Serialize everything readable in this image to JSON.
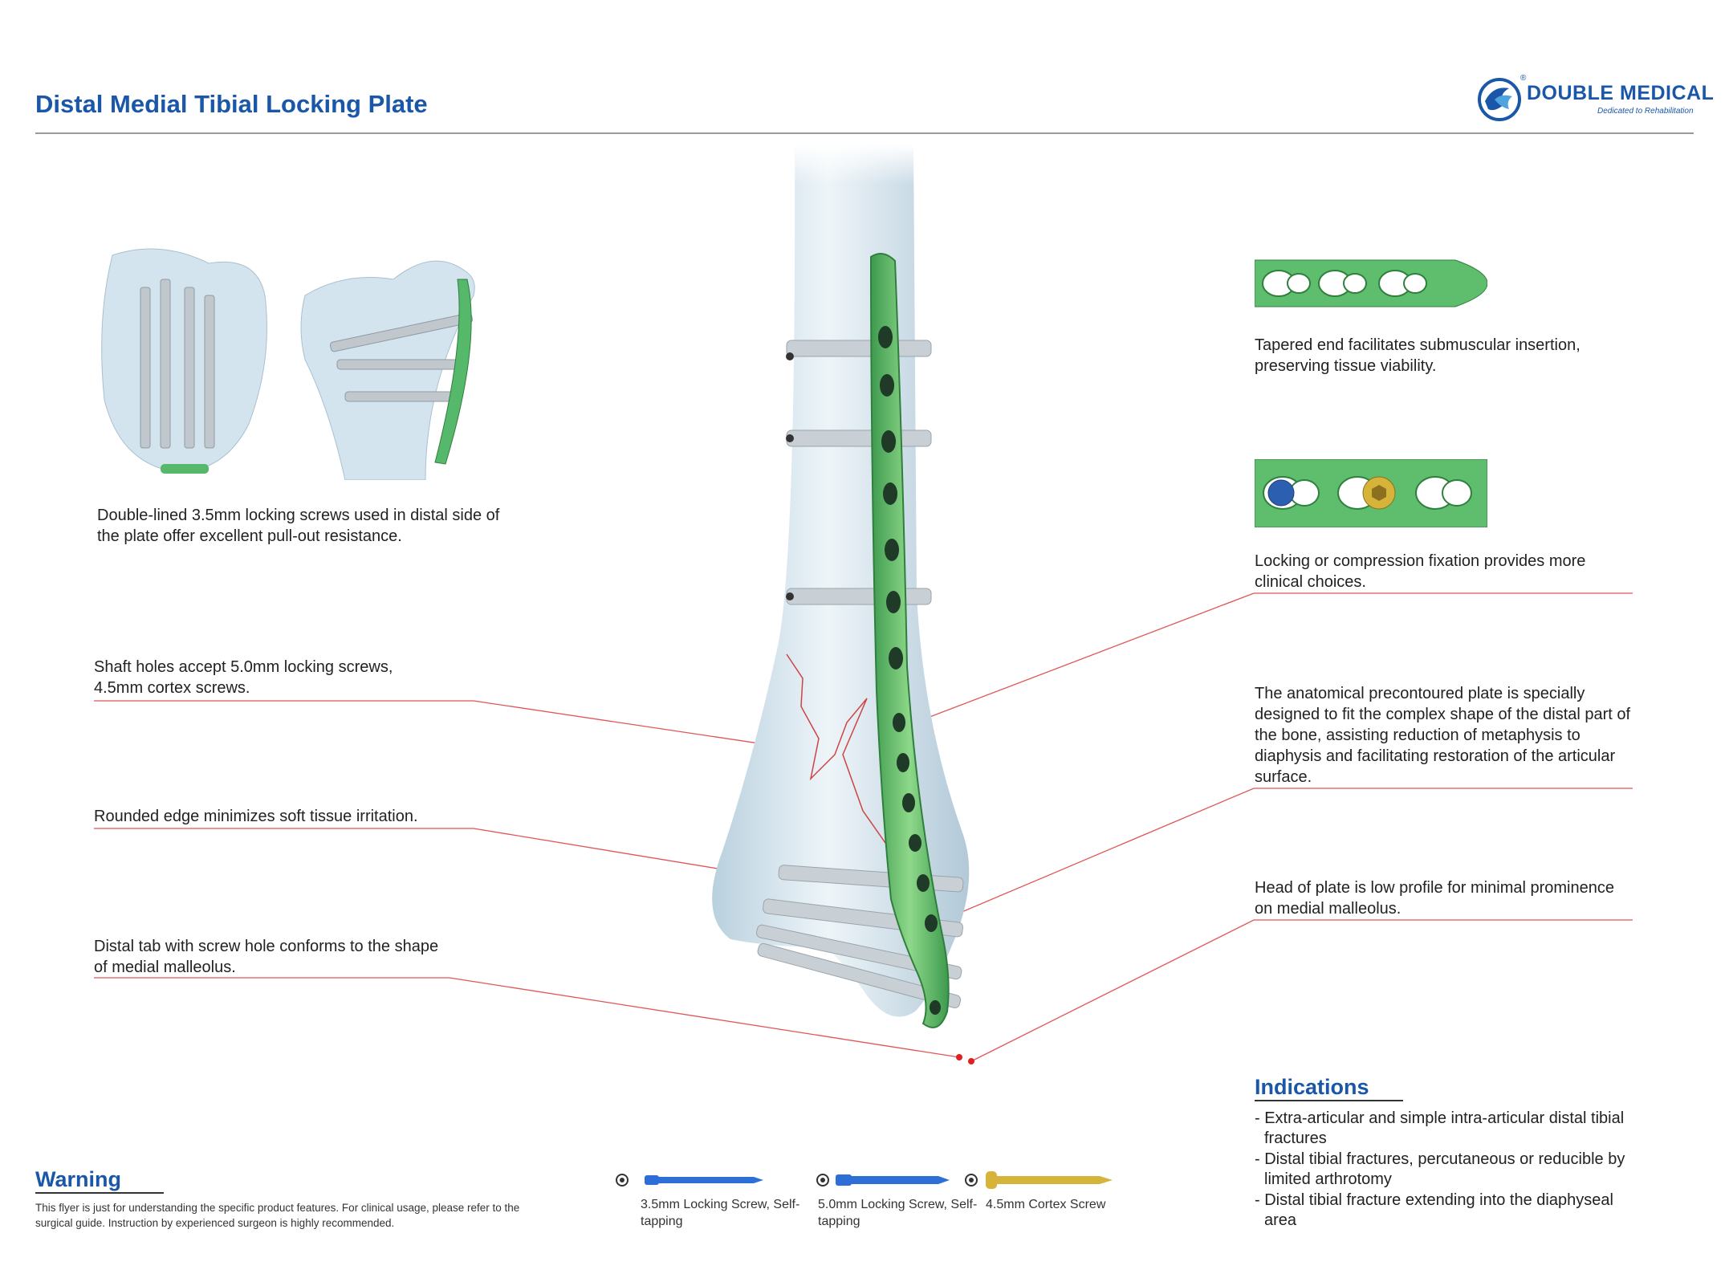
{
  "header": {
    "title": "Distal Medial Tibial Locking Plate",
    "logo": {
      "brand": "DOUBLE MEDICAL",
      "tagline": "Dedicated to Rehabilitation",
      "registered": "®"
    }
  },
  "colors": {
    "brand_blue": "#1a57a8",
    "callout_red": "#e05555",
    "plate_green": "#55b86a",
    "bone": "#cfe0ea"
  },
  "features": {
    "screws_distal": "Double-lined 3.5mm locking screws used in distal side of the plate offer excellent pull-out resistance.",
    "shaft_holes": "Shaft holes accept 5.0mm locking screws, 4.5mm cortex screws.",
    "rounded_edge": "Rounded edge minimizes soft tissue irritation.",
    "distal_tab": "Distal tab with screw hole conforms to the shape of medial malleolus.",
    "tapered_end": "Tapered end facilitates submuscular insertion, preserving tissue viability.",
    "locking_compression": "Locking or compression fixation provides more clinical choices.",
    "anatomical": "The anatomical precontoured plate is specially designed to fit the complex shape of the distal part of the bone, assisting reduction of metaphysis to diaphysis and facilitating restoration of the articular surface.",
    "low_profile": "Head of plate is low profile for minimal prominence on medial malleolus."
  },
  "warning": {
    "title": "Warning",
    "text": "This flyer is just for understanding the specific product features. For clinical usage, please refer to the surgical guide. Instruction by experienced surgeon is highly recommended."
  },
  "screws": [
    {
      "label": "3.5mm Locking Screw, Self-tapping",
      "color": "#2d6fd6",
      "icon": "locking-screw-icon"
    },
    {
      "label": "5.0mm Locking Screw, Self-tapping",
      "color": "#2d6fd6",
      "icon": "locking-screw-icon"
    },
    {
      "label": "4.5mm Cortex Screw",
      "color": "#d6b43a",
      "icon": "cortex-screw-icon"
    }
  ],
  "indications": {
    "title": "Indications",
    "items": [
      "- Extra-articular and simple intra-articular distal tibial fractures",
      "- Distal tibial fractures, percutaneous or reducible by limited arthrotomy",
      "- Distal tibial fracture extending into the diaphyseal area"
    ]
  }
}
